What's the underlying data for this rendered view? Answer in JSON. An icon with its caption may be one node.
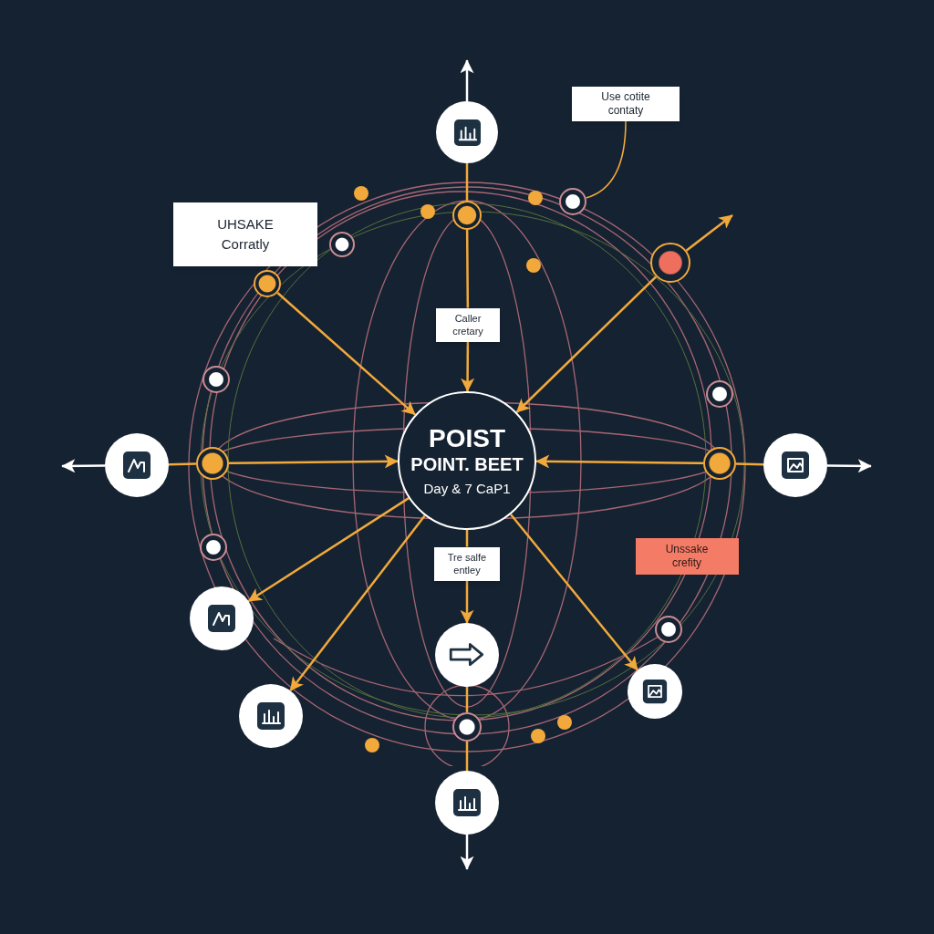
{
  "diagram": {
    "nodes": [
      {
        "text": [],
        "shape": "circle"
      },
      {
        "text": [
          "Use cotite contaty"
        ]
      },
      {
        "text": [
          "UHSAKE Corratly"
        ]
      },
      {
        "text": [],
        "shape": "circle"
      },
      {
        "text": [],
        "shape": "circle"
      },
      {
        "text": [],
        "shape": "circle"
      },
      {
        "text": [],
        "shape": "circle"
      },
      {
        "text": [],
        "shape": "circle"
      },
      {
        "text": [
          "Caller cretary"
        ]
      },
      {
        "text": [],
        "shape": "circle"
      },
      {
        "text": [],
        "shape": "circle"
      },
      {
        "text": [
          "POIST",
          "POINT. BEET",
          "Day & 7 CaP1"
        ]
      },
      {
        "text": [],
        "shape": "circle"
      },
      {
        "text": [],
        "shape": "circle"
      },
      {
        "text": [],
        "shape": "circle"
      },
      {
        "text": [],
        "shape": "circle"
      },
      {
        "text": [],
        "shape": "circle"
      },
      {
        "text": [
          "Tre salfe entley"
        ]
      },
      {
        "text": [
          "Unssake crefity"
        ]
      },
      {
        "text": [],
        "shape": "circle"
      },
      {
        "text": [],
        "shape": "circle"
      },
      {
        "text": [],
        "shape": "circle"
      },
      {
        "text": [],
        "shape": "circle"
      },
      {
        "text": [],
        "shape": "circle"
      },
      {
        "text": [],
        "shape": "circle"
      },
      {
        "text": [],
        "shape": "circle"
      }
    ],
    "edges": [
      {
        "from": 0,
        "to": null,
        "arrow": "to",
        "color": "#ffffff"
      },
      {
        "from": 1,
        "to": 4,
        "arrow": "none"
      },
      {
        "from": 0,
        "to": 5,
        "arrow": "none"
      },
      {
        "from": 5,
        "to": 8,
        "arrow": "none"
      },
      {
        "from": 8,
        "to": 11,
        "arrow": "to"
      },
      {
        "from": 7,
        "to": 11,
        "arrow": "to"
      },
      {
        "from": 6,
        "to": 11,
        "arrow": "to"
      },
      {
        "from": 6,
        "to": null,
        "arrow": "to"
      },
      {
        "from": 12,
        "to": null,
        "arrow": "to",
        "color": "#ffffff"
      },
      {
        "from": 12,
        "to": 13,
        "arrow": "none"
      },
      {
        "from": 13,
        "to": 11,
        "arrow": "to"
      },
      {
        "from": 15,
        "to": null,
        "arrow": "to",
        "color": "#ffffff"
      },
      {
        "from": 15,
        "to": 14,
        "arrow": "none"
      },
      {
        "from": 14,
        "to": 11,
        "arrow": "to"
      },
      {
        "from": 11,
        "to": 17,
        "arrow": "none"
      },
      {
        "from": 17,
        "to": 21,
        "arrow": "to"
      },
      {
        "from": 11,
        "to": 19,
        "arrow": "to"
      },
      {
        "from": 11,
        "to": 23,
        "arrow": "to"
      },
      {
        "from": 11,
        "to": 22,
        "arrow": "to"
      },
      {
        "from": 21,
        "to": 24,
        "arrow": "none"
      },
      {
        "from": 24,
        "to": 25,
        "arrow": "none"
      },
      {
        "from": 25,
        "to": null,
        "arrow": "to",
        "color": "#ffffff"
      }
    ]
  }
}
